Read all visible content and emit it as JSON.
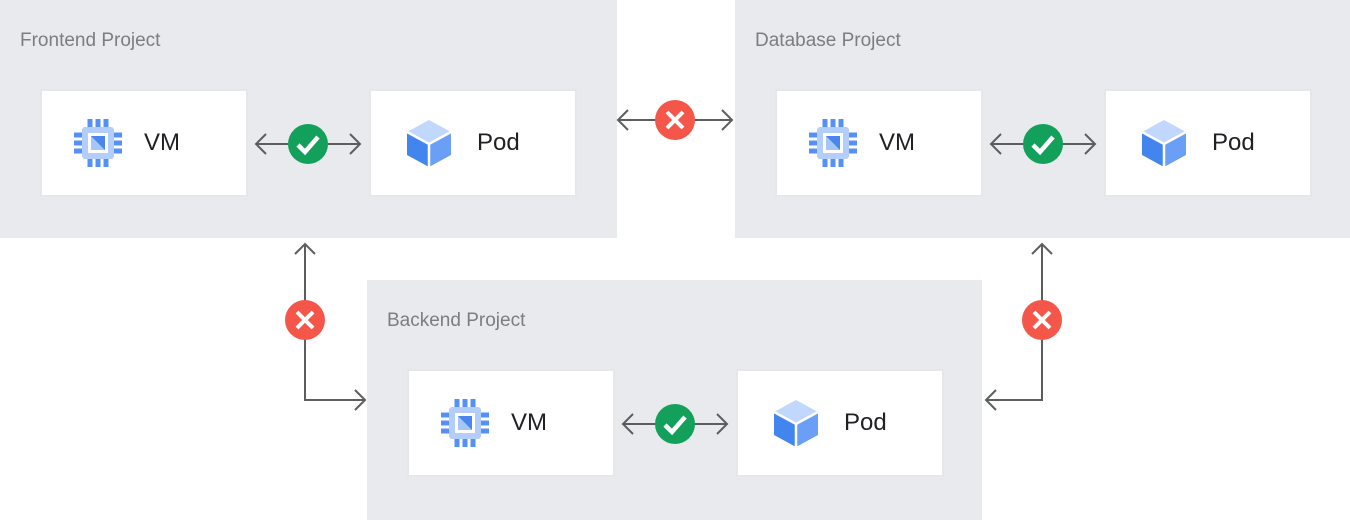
{
  "colors": {
    "page_bg": "#ffffff",
    "panel_bg": "#e8eaed",
    "node_bg": "#ffffff",
    "node_border": "#e6e7e9",
    "title_text": "#7a7e83",
    "label_text": "#202124",
    "arrow": "#5b5d5f",
    "allowed_green": "#12a05b",
    "blocked_red": "#f4564a",
    "chip_pin": "#5490f5",
    "chip_body": "#b3cefb",
    "chip_inner_light": "#a5c6fa",
    "chip_inner_dark": "#4b86ef",
    "pod_top": "#c1d7fb",
    "pod_left": "#4385ef",
    "pod_right": "#6b9ff5"
  },
  "projects": [
    {
      "title": "Frontend Project",
      "vm_label": "VM",
      "pod_label": "Pod",
      "internal_connection": "allowed"
    },
    {
      "title": "Database Project",
      "vm_label": "VM",
      "pod_label": "Pod",
      "internal_connection": "allowed"
    },
    {
      "title": "Backend Project",
      "vm_label": "VM",
      "pod_label": "Pod",
      "internal_connection": "allowed"
    }
  ],
  "cross_project_connections": [
    {
      "from": "Frontend Project",
      "to": "Database Project",
      "status": "blocked",
      "direction": "bidirectional"
    },
    {
      "from": "Frontend Project",
      "to": "Backend Project",
      "status": "blocked",
      "direction": "bidirectional"
    },
    {
      "from": "Database Project",
      "to": "Backend Project",
      "status": "blocked",
      "direction": "bidirectional"
    }
  ]
}
